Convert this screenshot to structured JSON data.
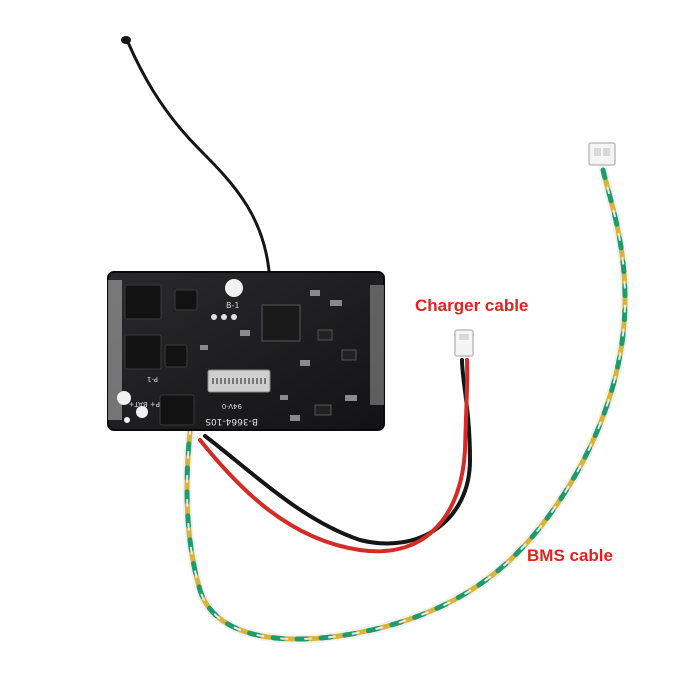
{
  "labels": {
    "charger_cable": "Charger cable",
    "bms_cable": "BMS cable"
  },
  "board_markings": {
    "b_minus": "B-1",
    "p_minus": "P-1",
    "p_plus_bat_plus": "P+ BAT+",
    "part_number": "B-3664-10S",
    "rating": "94V-0"
  },
  "colors": {
    "background": "#ffffff",
    "pcb": "#1b1b1d",
    "label_text": "#e0231f",
    "wire_red": "#d62a26",
    "wire_black": "#151515",
    "wire_yellow": "#d8b43a",
    "wire_green": "#1f9a6b",
    "wire_white": "#f2f2f2"
  },
  "icons": [
    "antenna-icon",
    "pcb-board",
    "charger-connector",
    "bms-connector"
  ]
}
